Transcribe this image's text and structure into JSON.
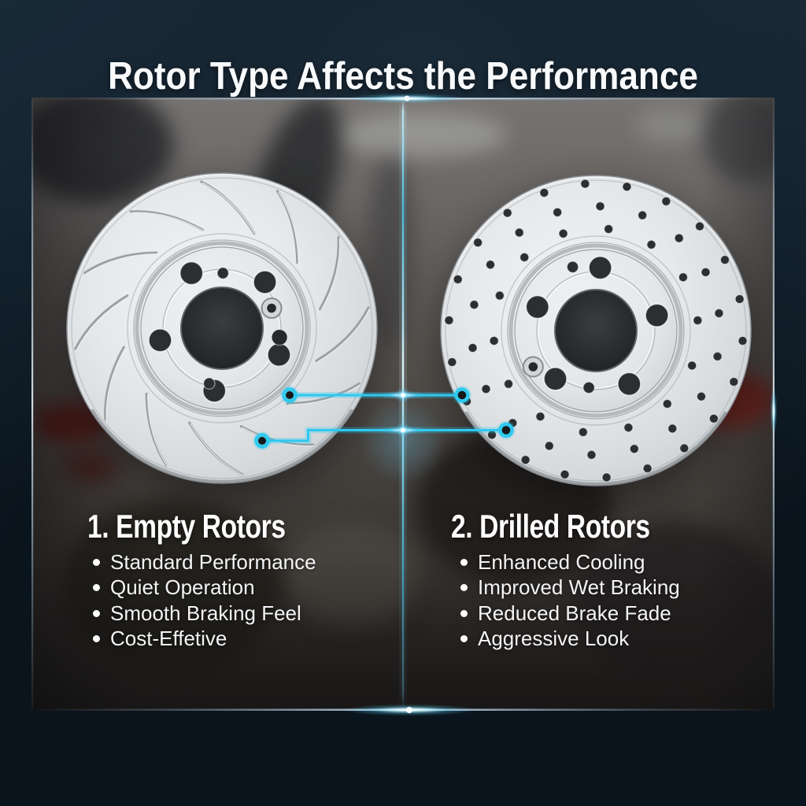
{
  "title": "Rotor Type Affects the Performance",
  "accent_color": "#2ec9ef",
  "left_section": {
    "heading": "1. Empty Rotors",
    "bullets": [
      "Standard Performance",
      "Quiet Operation",
      "Smooth Braking Feel",
      "Cost-Effetive"
    ]
  },
  "right_section": {
    "heading": "2. Drilled Rotors",
    "bullets": [
      "Enhanced Cooling",
      "Improved Wet Braking",
      "Reduced Brake Fade",
      "Aggressive Look"
    ]
  }
}
